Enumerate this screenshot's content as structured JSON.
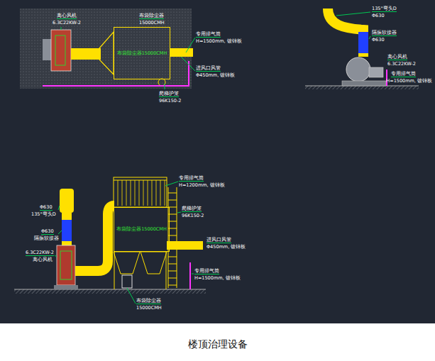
{
  "diagram": {
    "caption": "楼顶治理设备",
    "nodes": [
      {
        "text": [
          "布袋除尘器15000CMH"
        ]
      },
      {
        "text": [
          "布袋除尘器15000CMH"
        ]
      }
    ],
    "labels": [
      "离心风机",
      "6.3C22KW-2",
      "布袋除尘器",
      "15000CMH",
      "专用排气筒",
      "H=1500mm, 镀锌板",
      "进风口风管",
      "Φ450mm, 镀锌板",
      "爬梯护笼",
      "96K150-2",
      "135°弯头D",
      "Φ630",
      "隔振软接器",
      "Φ630",
      "离心风机",
      "6.3C22KW-2",
      "专用排气筒",
      "H=1500mm, 镀锌板",
      "专用排气筒",
      "H=1200mm, 镀锌板",
      "爬梯护笼",
      "96K150-2",
      "进风口风管",
      "Φ450mm, 镀锌板",
      "专用排气筒",
      "H=1500mm, 镀锌板",
      "Φ630",
      "135°弯头D",
      "Φ630",
      "隔振软接器",
      "6.3C22KW-2",
      "离心风机",
      "布袋除尘器",
      "15000CMH"
    ]
  }
}
